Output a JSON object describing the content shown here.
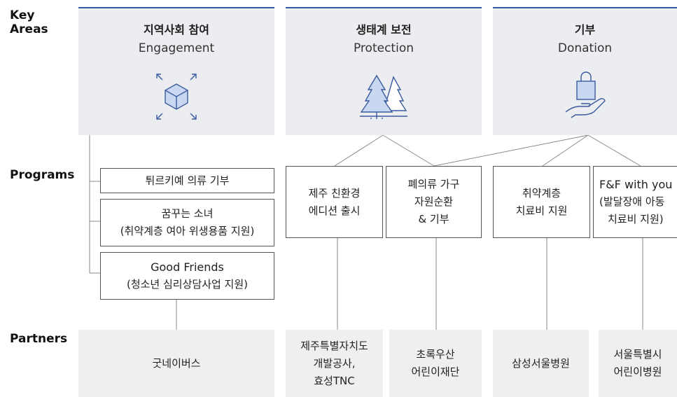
{
  "row_labels": {
    "key_areas": "Key\nAreas",
    "programs": "Programs",
    "partners": "Partners"
  },
  "areas": [
    {
      "ko": "지역사회 참여",
      "en": "Engagement",
      "icon": "cube-expand-icon"
    },
    {
      "ko": "생태계 보전",
      "en": "Protection",
      "icon": "trees-icon"
    },
    {
      "ko": "기부",
      "en": "Donation",
      "icon": "hand-gift-icon"
    }
  ],
  "programs": [
    {
      "line1": "튀르키예 의류 기부",
      "line2": ""
    },
    {
      "line1": "꿈꾸는 소녀",
      "line2": "(취약계층 여아 위생용품 지원)"
    },
    {
      "line1": "Good Friends",
      "line2": "(청소년 심리상담사업 지원)"
    },
    {
      "line1": "제주 친환경",
      "line2": "에디션 출시"
    },
    {
      "line1": "폐의류 가구",
      "line2": "자원순환",
      "line3": "& 기부"
    },
    {
      "line1": "취약계층",
      "line2": "치료비 지원"
    },
    {
      "line1": "F&F with you",
      "line2": "(발달장애 아동",
      "line3": "치료비 지원)"
    }
  ],
  "partners": [
    "굿네이버스",
    "제주특별자치도\n개발공사,\n효성TNC",
    "초록우산\n어린이재단",
    "삼성서울병원",
    "서울특별시\n어린이병원"
  ],
  "colors": {
    "accent": "#3a5aa0",
    "area_bg": "#ecedf0",
    "partner_bg": "#efefef",
    "line": "#888888"
  }
}
